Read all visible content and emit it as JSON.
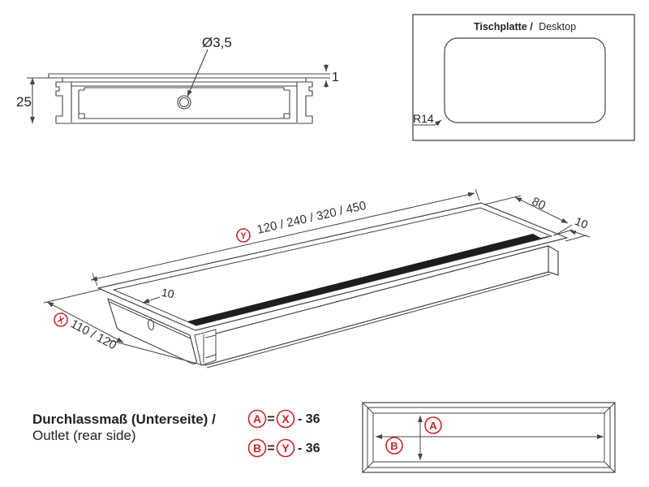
{
  "section": {
    "depth_dim": "25",
    "hole_dim": "Ø3,5",
    "flange_thickness_dim": "1"
  },
  "desktop_panel": {
    "title_bold": "Tischplatte /",
    "title_regular": "Desktop",
    "corner_radius_dim": "R14"
  },
  "iso_view": {
    "length_label": "Y",
    "length_values": "120 / 240 / 320 / 450",
    "width_label": "X",
    "width_values": "110 / 120",
    "lid_width_dim": "80",
    "border_dim_right": "10",
    "border_dim_left": "10"
  },
  "outlet_note": {
    "title_de": "Durchlassmaß (Unterseite) /",
    "title_en": "Outlet (rear side)"
  },
  "formulas": {
    "a": {
      "lhs": "A",
      "eq": "=",
      "var": "X",
      "tail": "- 36"
    },
    "b": {
      "lhs": "B",
      "eq": "=",
      "var": "Y",
      "tail": "- 36"
    }
  },
  "outlet_diagram": {
    "height_label": "A",
    "width_label": "B"
  },
  "colors": {
    "line": "#444444",
    "red": "#c9252b",
    "brush": "#1d1d1d"
  }
}
